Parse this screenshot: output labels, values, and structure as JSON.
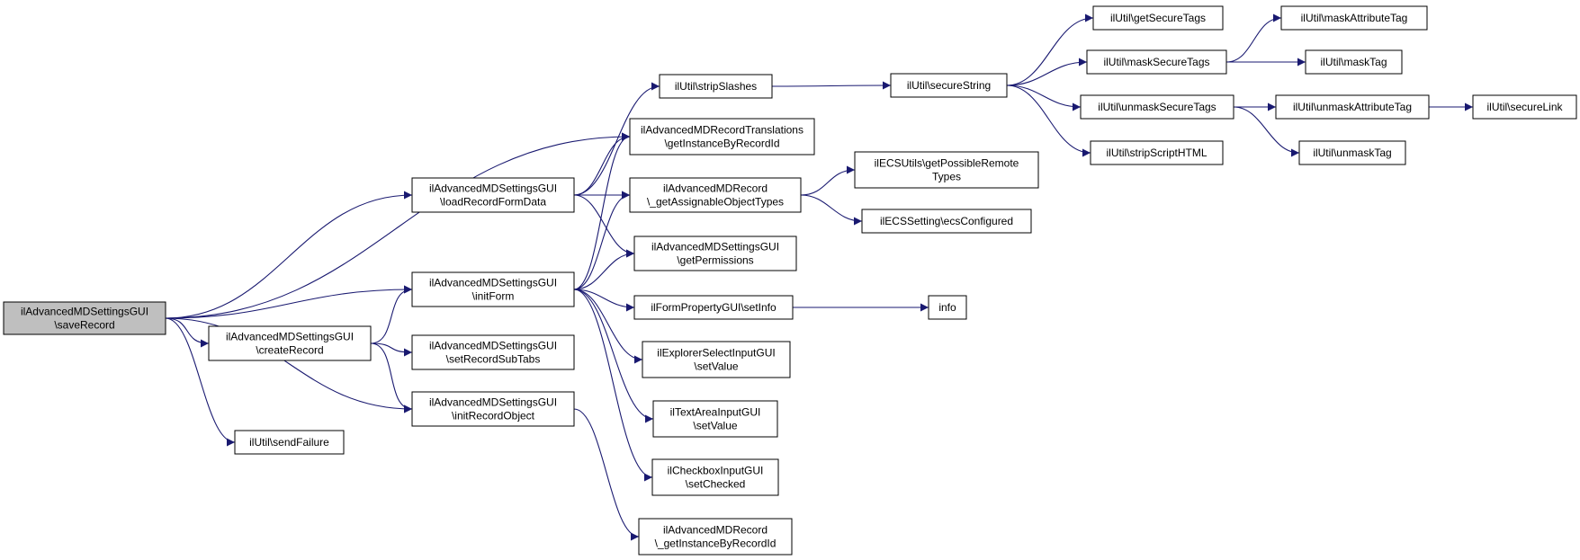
{
  "graph": {
    "nodes": [
      {
        "id": "saveRecord",
        "lines": [
          "ilAdvancedMDSettingsGUI",
          "\\saveRecord"
        ],
        "root": true
      },
      {
        "id": "loadRecordFormData",
        "lines": [
          "ilAdvancedMDSettingsGUI",
          "\\loadRecordFormData"
        ]
      },
      {
        "id": "initForm",
        "lines": [
          "ilAdvancedMDSettingsGUI",
          "\\initForm"
        ]
      },
      {
        "id": "createRecord",
        "lines": [
          "ilAdvancedMDSettingsGUI",
          "\\createRecord"
        ]
      },
      {
        "id": "setRecordSubTabs",
        "lines": [
          "ilAdvancedMDSettingsGUI",
          "\\setRecordSubTabs"
        ]
      },
      {
        "id": "initRecordObject",
        "lines": [
          "ilAdvancedMDSettingsGUI",
          "\\initRecordObject"
        ]
      },
      {
        "id": "sendFailure",
        "lines": [
          "ilUtil\\sendFailure"
        ]
      },
      {
        "id": "stripSlashes",
        "lines": [
          "ilUtil\\stripSlashes"
        ]
      },
      {
        "id": "translations",
        "lines": [
          "ilAdvancedMDRecordTranslations",
          "\\getInstanceByRecordId"
        ]
      },
      {
        "id": "assignable",
        "lines": [
          "ilAdvancedMDRecord",
          "\\_getAssignableObjectTypes"
        ]
      },
      {
        "id": "permissions",
        "lines": [
          "ilAdvancedMDSettingsGUI",
          "\\getPermissions"
        ]
      },
      {
        "id": "setInfo",
        "lines": [
          "ilFormPropertyGUI\\setInfo"
        ]
      },
      {
        "id": "explorerSet",
        "lines": [
          "ilExplorerSelectInputGUI",
          "\\setValue"
        ]
      },
      {
        "id": "textAreaSet",
        "lines": [
          "ilTextAreaInputGUI",
          "\\setValue"
        ]
      },
      {
        "id": "checkboxSet",
        "lines": [
          "ilCheckboxInputGUI",
          "\\setChecked"
        ]
      },
      {
        "id": "recordInstance",
        "lines": [
          "ilAdvancedMDRecord",
          "\\_getInstanceByRecordId"
        ]
      },
      {
        "id": "secureString",
        "lines": [
          "ilUtil\\secureString"
        ]
      },
      {
        "id": "possibleRemote",
        "lines": [
          "ilECSUtils\\getPossibleRemote",
          "Types"
        ]
      },
      {
        "id": "ecsConfigured",
        "lines": [
          "ilECSSetting\\ecsConfigured"
        ]
      },
      {
        "id": "info",
        "lines": [
          "info"
        ]
      },
      {
        "id": "getSecureTags",
        "lines": [
          "ilUtil\\getSecureTags"
        ]
      },
      {
        "id": "maskSecureTags",
        "lines": [
          "ilUtil\\maskSecureTags"
        ]
      },
      {
        "id": "unmaskSecureTags",
        "lines": [
          "ilUtil\\unmaskSecureTags"
        ]
      },
      {
        "id": "stripScriptHTML",
        "lines": [
          "ilUtil\\stripScriptHTML"
        ]
      },
      {
        "id": "maskAttributeTag",
        "lines": [
          "ilUtil\\maskAttributeTag"
        ]
      },
      {
        "id": "maskTag",
        "lines": [
          "ilUtil\\maskTag"
        ]
      },
      {
        "id": "unmaskAttributeTag",
        "lines": [
          "ilUtil\\unmaskAttributeTag"
        ]
      },
      {
        "id": "unmaskTag",
        "lines": [
          "ilUtil\\unmaskTag"
        ]
      },
      {
        "id": "secureLink",
        "lines": [
          "ilUtil\\secureLink"
        ]
      }
    ],
    "edges": [
      [
        "saveRecord",
        "translations"
      ],
      [
        "saveRecord",
        "loadRecordFormData"
      ],
      [
        "saveRecord",
        "initForm"
      ],
      [
        "saveRecord",
        "createRecord"
      ],
      [
        "saveRecord",
        "initRecordObject"
      ],
      [
        "saveRecord",
        "sendFailure"
      ],
      [
        "loadRecordFormData",
        "stripSlashes"
      ],
      [
        "loadRecordFormData",
        "translations"
      ],
      [
        "loadRecordFormData",
        "assignable"
      ],
      [
        "loadRecordFormData",
        "permissions"
      ],
      [
        "initForm",
        "translations"
      ],
      [
        "initForm",
        "assignable"
      ],
      [
        "initForm",
        "permissions"
      ],
      [
        "initForm",
        "setInfo"
      ],
      [
        "initForm",
        "explorerSet"
      ],
      [
        "initForm",
        "textAreaSet"
      ],
      [
        "initForm",
        "checkboxSet"
      ],
      [
        "createRecord",
        "initForm"
      ],
      [
        "createRecord",
        "setRecordSubTabs"
      ],
      [
        "createRecord",
        "initRecordObject"
      ],
      [
        "initRecordObject",
        "recordInstance"
      ],
      [
        "stripSlashes",
        "secureString"
      ],
      [
        "assignable",
        "possibleRemote"
      ],
      [
        "assignable",
        "ecsConfigured"
      ],
      [
        "setInfo",
        "info"
      ],
      [
        "secureString",
        "getSecureTags"
      ],
      [
        "secureString",
        "maskSecureTags"
      ],
      [
        "secureString",
        "unmaskSecureTags"
      ],
      [
        "secureString",
        "stripScriptHTML"
      ],
      [
        "maskSecureTags",
        "maskAttributeTag"
      ],
      [
        "maskSecureTags",
        "maskTag"
      ],
      [
        "unmaskSecureTags",
        "unmaskAttributeTag"
      ],
      [
        "unmaskSecureTags",
        "unmaskTag"
      ],
      [
        "unmaskAttributeTag",
        "secureLink"
      ]
    ]
  }
}
